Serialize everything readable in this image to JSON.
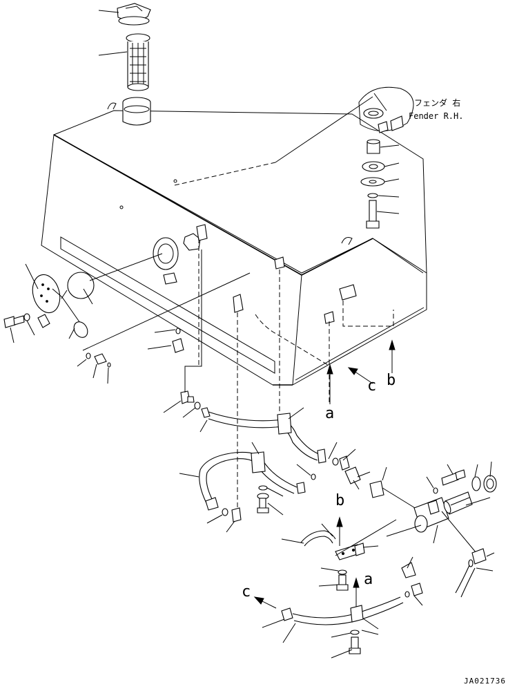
{
  "fender_note": {
    "line1": "フェンダ 右",
    "line2": "Fender R.H."
  },
  "section_letters": {
    "a_upper": "a",
    "b_upper": "b",
    "c_upper": "c",
    "a_lower": "a",
    "b_lower": "b",
    "c_lower": "c"
  },
  "drawing_number": "JA021736"
}
